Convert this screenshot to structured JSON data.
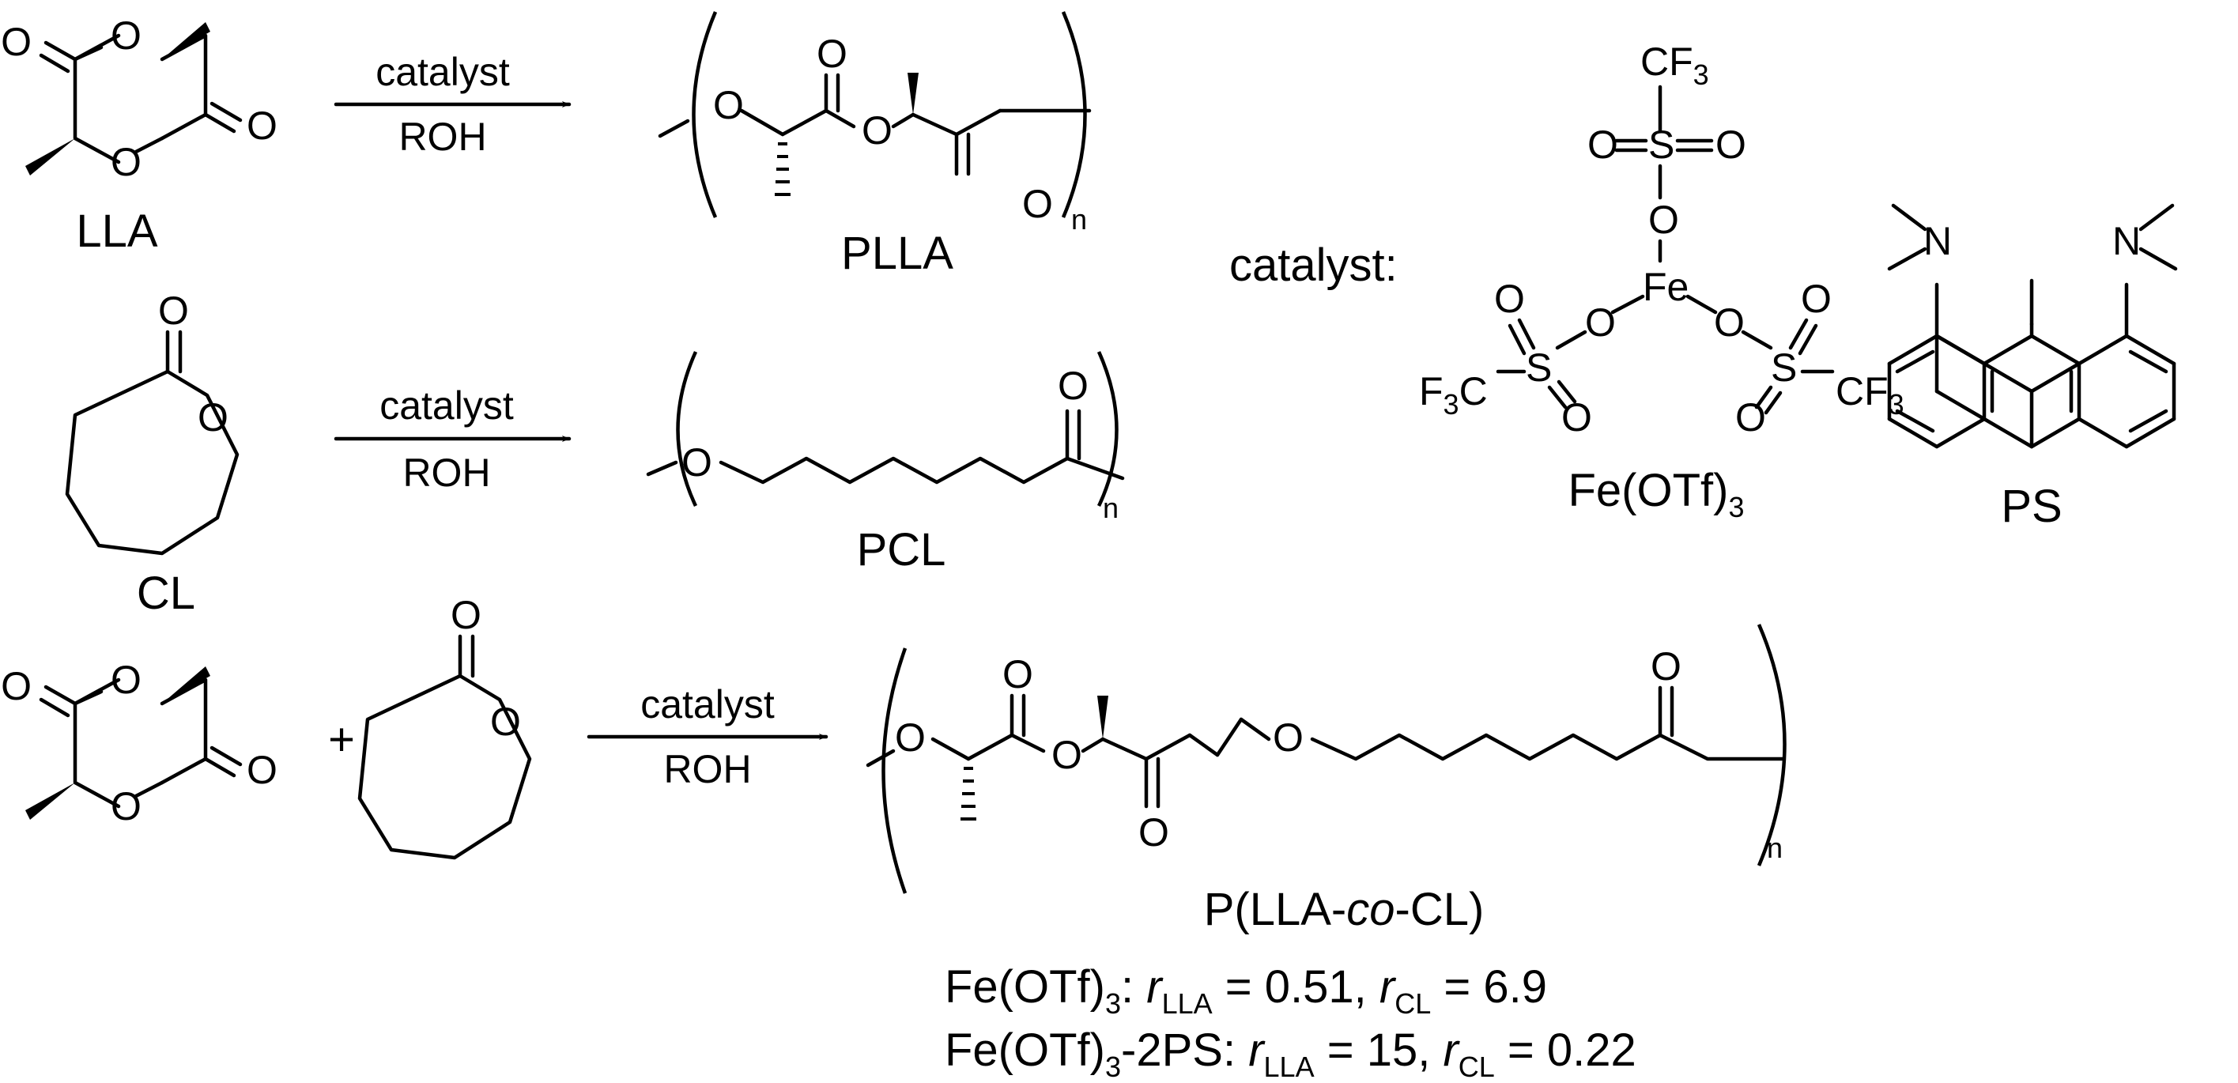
{
  "reactions": [
    {
      "reactant": "LLA",
      "conditions": {
        "above": "catalyst",
        "below": "ROH"
      },
      "product": "PLLA",
      "repeat": "n"
    },
    {
      "reactant": "CL",
      "conditions": {
        "above": "catalyst",
        "below": "ROH"
      },
      "product": "PCL",
      "repeat": "n"
    },
    {
      "reactants_joiner": "+",
      "conditions": {
        "above": "catalyst",
        "below": "ROH"
      },
      "product": {
        "prefix": "P(LLA-",
        "italic": "co",
        "suffix": "-CL)"
      },
      "repeat": "n"
    }
  ],
  "catalyst_header": "catalyst:",
  "catalysts": [
    {
      "name": "Fe(OTf)",
      "subscript": "3"
    },
    {
      "name": "PS"
    }
  ],
  "atom_labels": {
    "O": "O",
    "Fe": "Fe",
    "S": "S",
    "N": "N",
    "CF": "CF",
    "F": "F",
    "C": "C",
    "three": "3"
  },
  "ratios": [
    {
      "catalyst": "Fe(OTf)",
      "catalyst_sub": "3",
      "catalyst_suffix": ":",
      "r_symbol": "r",
      "r_lla_sub": "LLA",
      "r_lla_value": " = 0.51, ",
      "r_cl_sub": "CL",
      "r_cl_value": " = 6.9"
    },
    {
      "catalyst": "Fe(OTf)",
      "catalyst_sub": "3",
      "catalyst_suffix": "-2PS:",
      "r_symbol": "r",
      "r_lla_sub": "LLA",
      "r_lla_value": " = 15, ",
      "r_cl_sub": "CL",
      "r_cl_value": " = 0.22"
    }
  ]
}
